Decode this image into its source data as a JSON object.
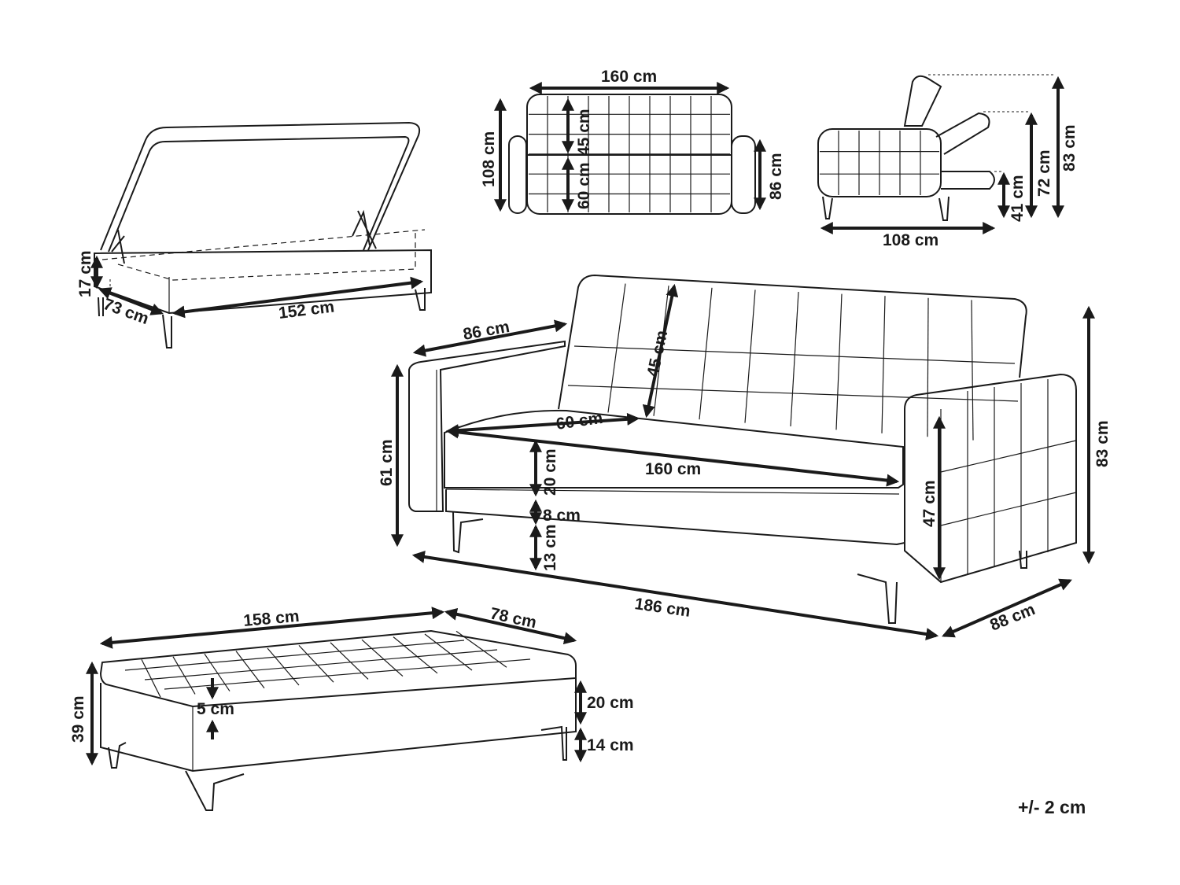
{
  "dimensions": {
    "top_view_width": "160 cm",
    "top_view_depth": "108 cm",
    "top_view_back": "45 cm",
    "top_view_seat": "60 cm",
    "top_view_arm": "86 cm",
    "side_view_depth": "108 cm",
    "side_view_height_upright": "83 cm",
    "side_view_height_mid": "72 cm",
    "side_view_height_flat": "41 cm",
    "storage_height": "17 cm",
    "storage_depth": "73 cm",
    "storage_width": "152 cm",
    "sofa_arm_depth": "86 cm",
    "sofa_back_height": "45 cm",
    "sofa_seat_depth": "60 cm",
    "sofa_seat_width": "160 cm",
    "sofa_arm_height": "61 cm",
    "sofa_cushion": "20 cm",
    "sofa_base": "8 cm",
    "sofa_leg": "13 cm",
    "sofa_seat_height": "47 cm",
    "sofa_total_height": "83 cm",
    "sofa_total_width": "186 cm",
    "sofa_total_depth": "88 cm",
    "ottoman_width": "158 cm",
    "ottoman_depth": "78 cm",
    "ottoman_height": "39 cm",
    "ottoman_tuft": "5 cm",
    "ottoman_top": "20 cm",
    "ottoman_leg": "14 cm"
  },
  "tolerance": "+/- 2 cm"
}
